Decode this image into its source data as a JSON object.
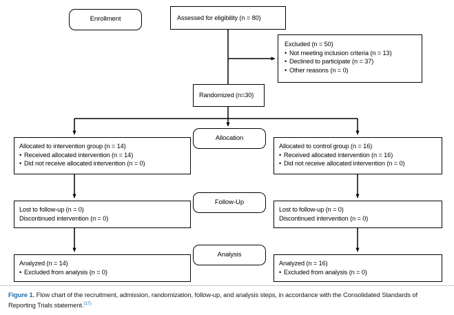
{
  "figure": {
    "type": "consort-flow-diagram",
    "caption_label": "Figure 1.",
    "caption_text": " Flow chart of the recruitment, admission, randomization, follow-up, and analysis steps, in accordance with the Consolidated Standards of Reporting Trials statement.",
    "caption_reference": "(17)",
    "accent_color": "#1f6ca6",
    "line_color": "#000000",
    "background_color": "#ffffff"
  },
  "stages": {
    "enrollment": "Enrollment",
    "allocation": "Allocation",
    "follow_up": "Follow-Up",
    "analysis": "Analysis"
  },
  "enrollment": {
    "assessed": "Assessed for eligibility (n = 80)",
    "excluded_title": "Excluded (n = 50)",
    "excluded_reasons": [
      "Not meeting inclusion criteria (n = 13)",
      "Declined to participate (n = 37)",
      "Other reasons (n = 0)"
    ],
    "randomized": "Randomized (n=30)"
  },
  "allocation": {
    "left": {
      "title": "Allocated to intervention group (n = 14)",
      "items": [
        "Received allocated intervention (n = 14)",
        "Did not receive allocated intervention (n = 0)"
      ]
    },
    "right": {
      "title": "Allocated to control group (n = 16)",
      "items": [
        "Received allocated intervention (n = 16)",
        "Did not receive allocated intervention (n = 0)"
      ]
    }
  },
  "follow_up": {
    "left": {
      "lines": [
        "Lost to follow-up (n = 0)",
        "Discontinued intervention (n = 0)"
      ]
    },
    "right": {
      "lines": [
        "Lost to follow-up (n = 0)",
        "Discontinued intervention (n = 0)"
      ]
    }
  },
  "analysis": {
    "left": {
      "title": "Analyzed (n = 14)",
      "items": [
        "Excluded from analysis (n = 0)"
      ]
    },
    "right": {
      "title": "Analyzed (n = 16)",
      "items": [
        "Excluded from analysis (n = 0)"
      ]
    }
  }
}
